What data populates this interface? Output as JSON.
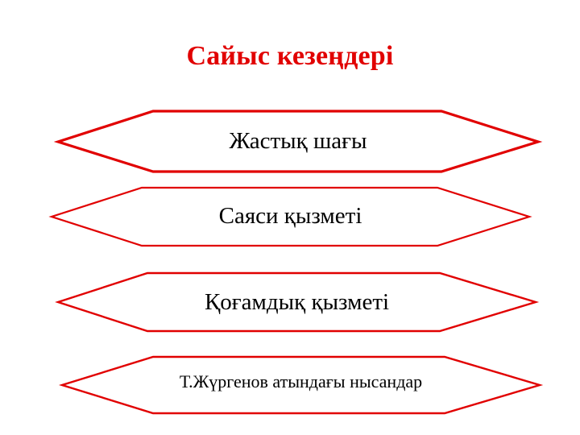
{
  "slide": {
    "title": "Сайыс кезеңдері",
    "title_color": "#e10000",
    "background_color": "#ffffff",
    "shape_outline_color": "#e10000",
    "shape_fill_color": "#ffffff",
    "label_color": "#000000"
  },
  "stages": [
    {
      "id": "stage-1",
      "label": "Жастық шағы"
    },
    {
      "id": "stage-2",
      "label": "Саяси қызметі"
    },
    {
      "id": "stage-3",
      "label": "Қоғамдық қызметі"
    },
    {
      "id": "stage-4",
      "label": "Т.Жүргенов атындағы нысандар"
    }
  ]
}
